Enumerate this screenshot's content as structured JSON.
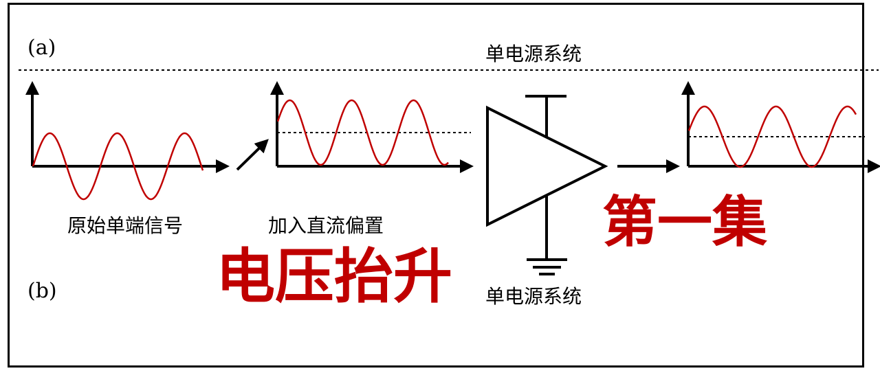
{
  "labels": {
    "panel_a": "(a)",
    "panel_b": "(b)",
    "system_top": "单电源系统",
    "system_bottom": "单电源系统",
    "original_signal": "原始单端信号",
    "add_dc_bias": "加入直流偏置"
  },
  "overlay": {
    "title_main": "电压抬升",
    "title_episode": "第一集"
  },
  "colors": {
    "signal": "#c00000",
    "axis": "#000000",
    "overlay_text": "#c00000"
  }
}
